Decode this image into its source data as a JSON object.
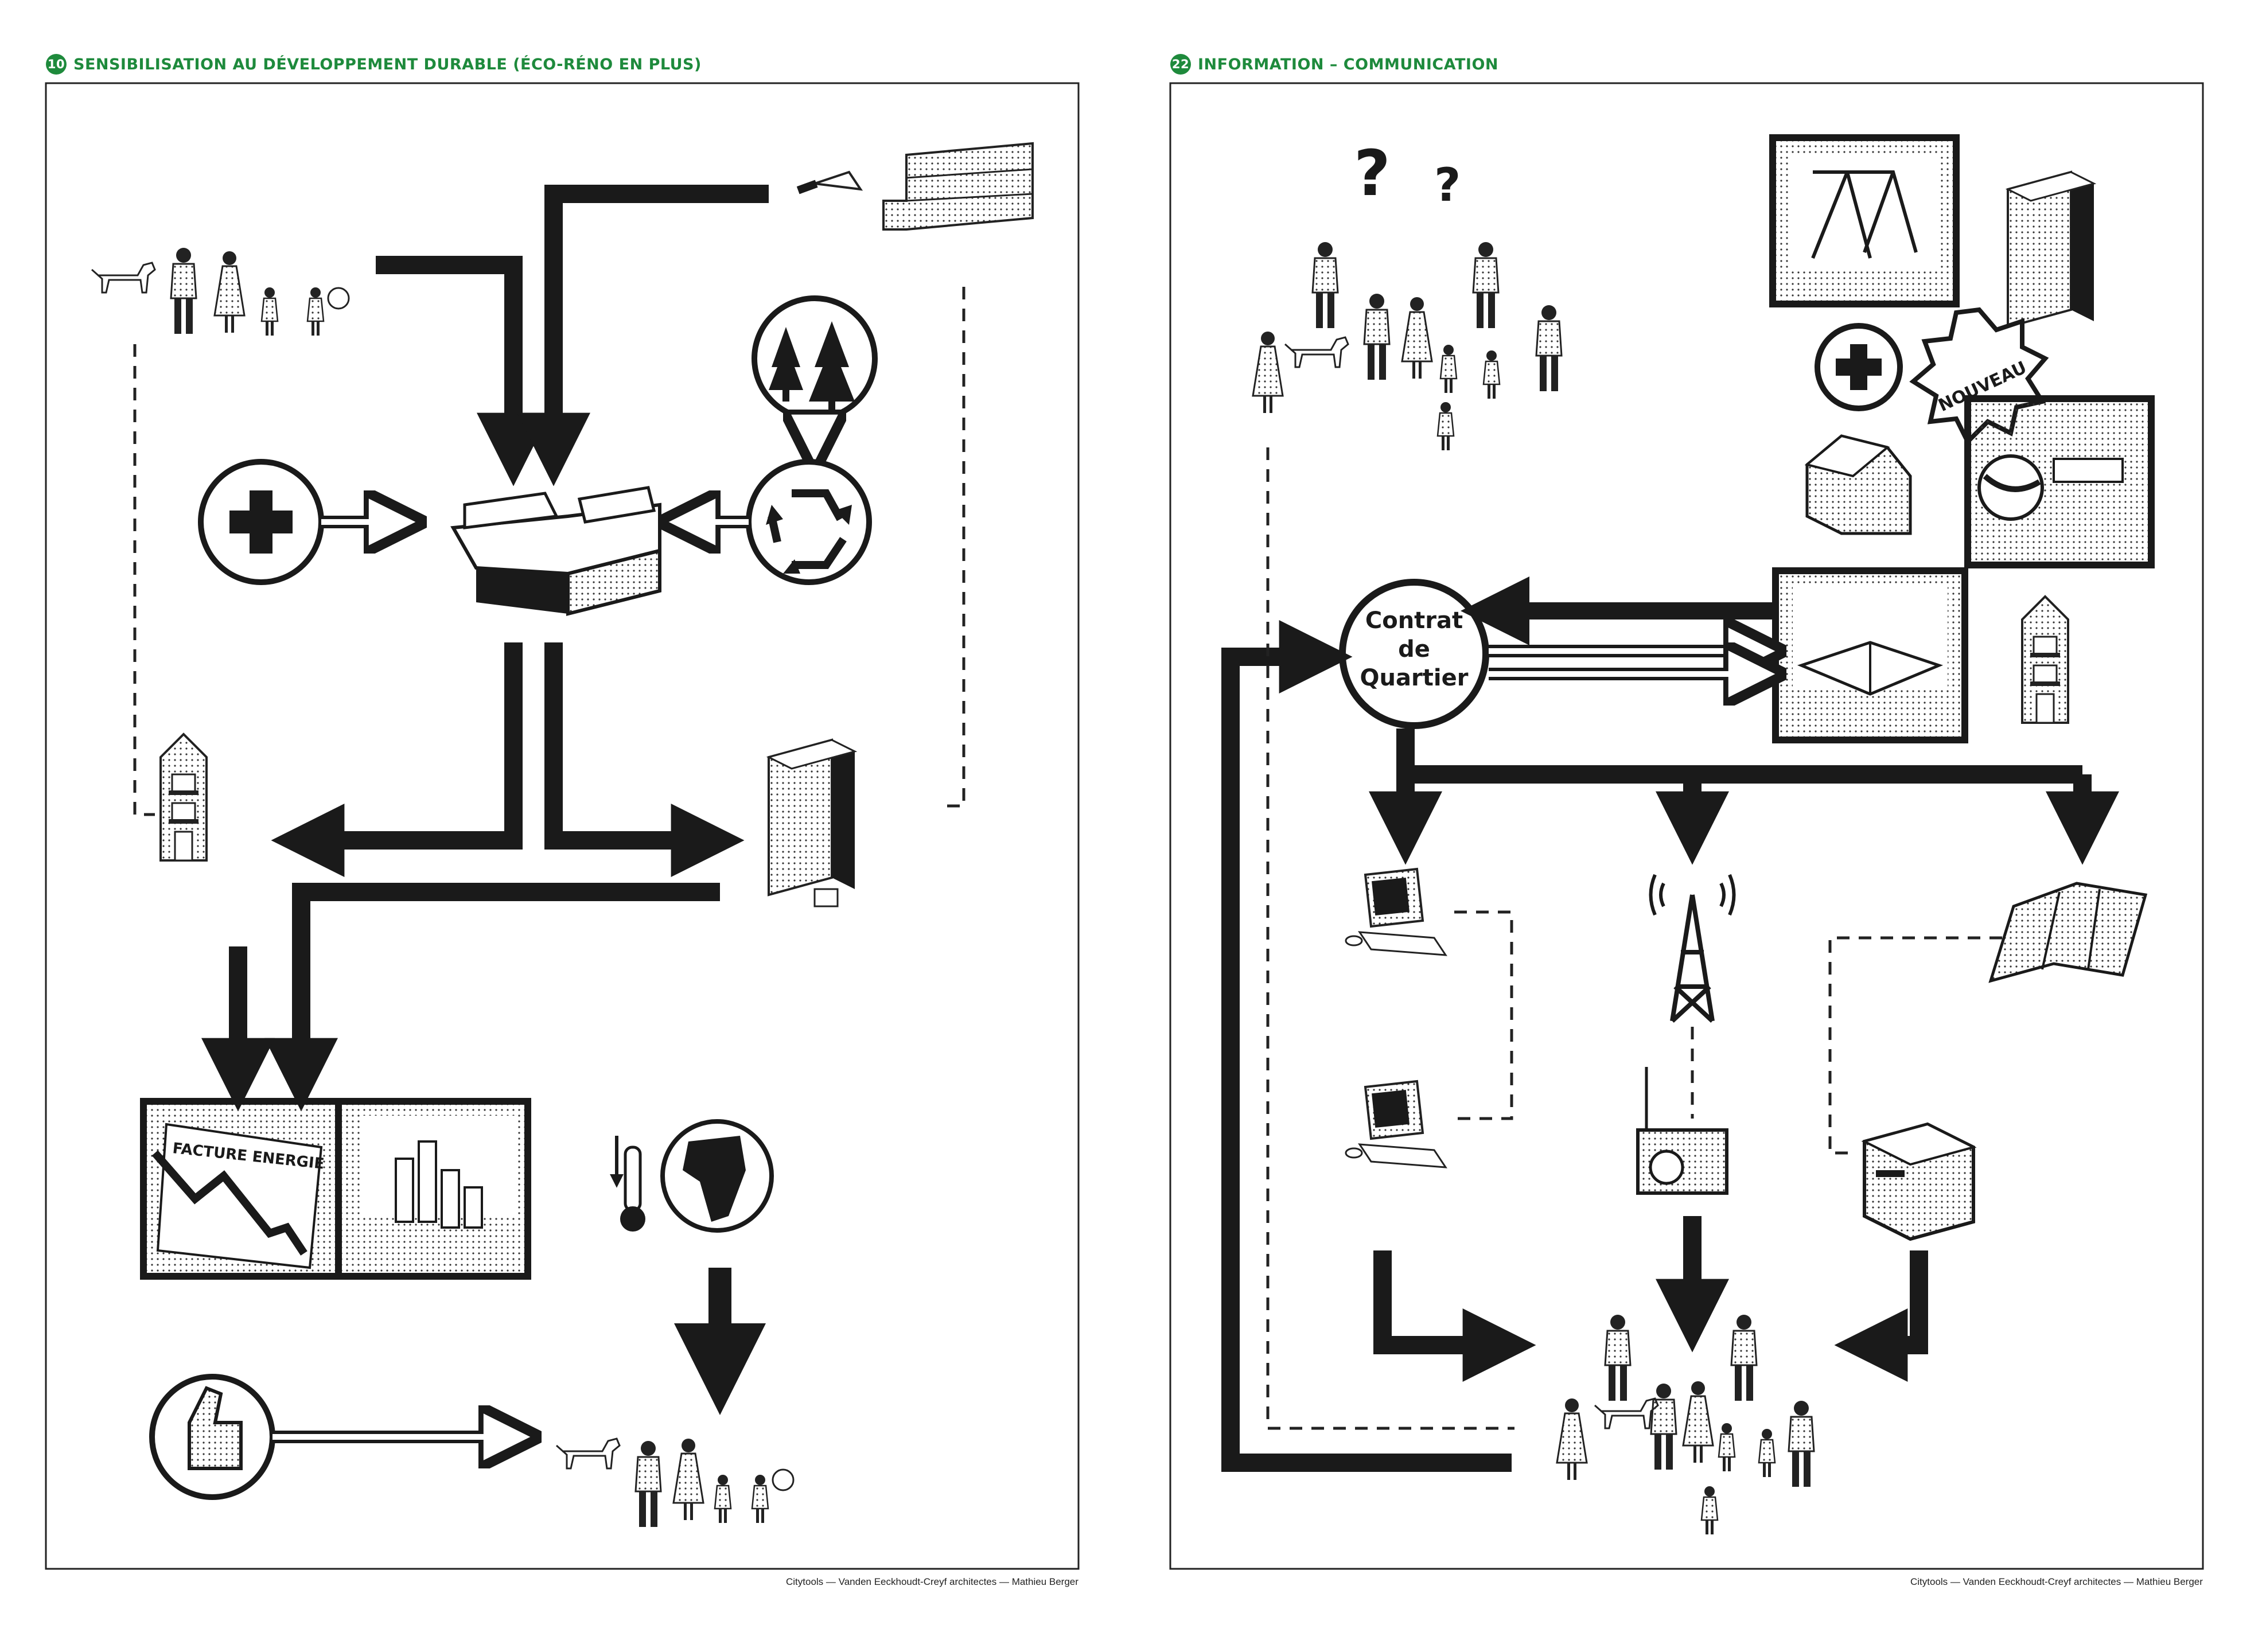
{
  "left_panel": {
    "number": "10",
    "title": "SENSIBILISATION AU DÉVELOPPEMENT DURABLE (ÉCO-RÉNO EN PLUS)",
    "facture_label": "FACTURE ENERGIE",
    "credit": "Citytools — Vanden Eeckhoudt-Creyf architectes — Mathieu Berger"
  },
  "right_panel": {
    "number": "22",
    "title": "INFORMATION – COMMUNICATION",
    "contrat_line1": "Contrat",
    "contrat_line2": "de",
    "contrat_line3": "Quartier",
    "nouveau_label": "NOUVEAU",
    "question_mark": "?",
    "credit": "Citytools — Vanden Eeckhoudt-Creyf architectes — Mathieu Berger"
  },
  "icons": {
    "left": [
      "family-icon",
      "trowel-icon",
      "bricks-icon",
      "trees-icon",
      "recycle-icon",
      "plus-icon",
      "toolbox-icon",
      "townhouse-icon",
      "apartment-building-icon",
      "energy-bill-icon",
      "coins-icon",
      "thermometer-icon",
      "globe-icon",
      "thumbs-up-icon"
    ],
    "right": [
      "crowd-icon",
      "question-icon",
      "swing-icon",
      "apartment-icon",
      "plus-icon",
      "house-icon",
      "ball-icon",
      "book-icon",
      "townhouse-icon",
      "computer-icon",
      "antenna-icon",
      "radio-icon",
      "leaflet-icon",
      "server-icon"
    ]
  },
  "colors": {
    "accent": "#1e8a3c",
    "ink": "#1a1a1a"
  }
}
